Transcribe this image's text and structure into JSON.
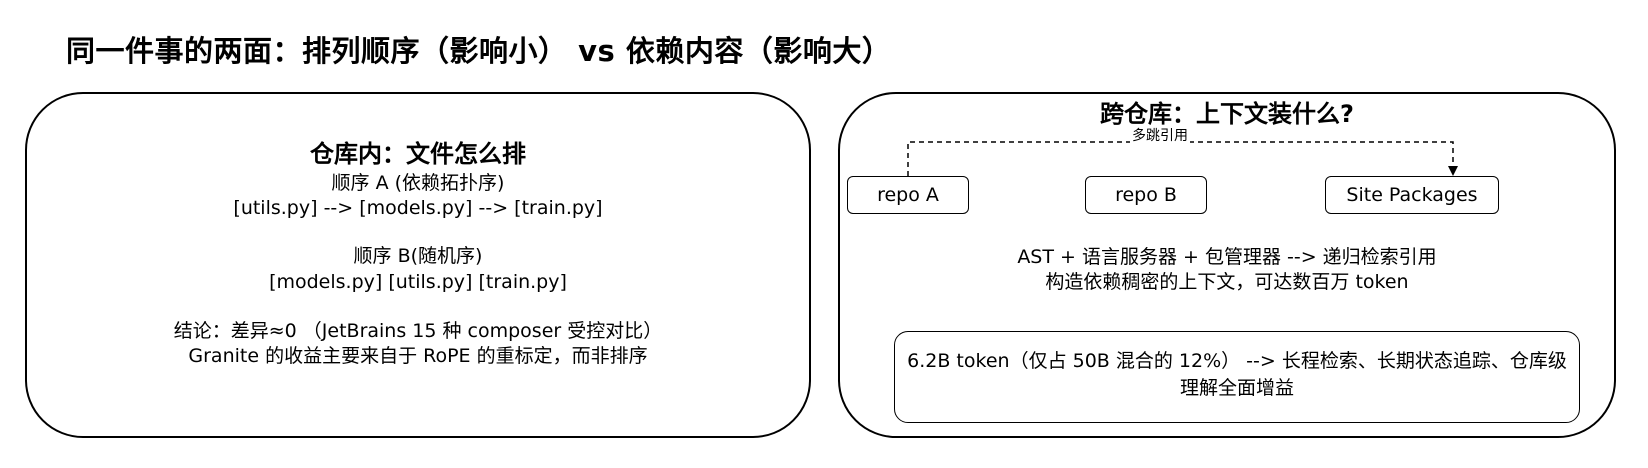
{
  "title": "同一件事的两面：排列顺序（影响小） vs 依赖内容（影响大）",
  "left_panel": {
    "heading": "仓库内：文件怎么排",
    "lines": [
      "顺序 A (依赖拓扑序)",
      "[utils.py] --> [models.py] --> [train.py]",
      "顺序 B(随机序)",
      "[models.py]  [utils.py]  [train.py]",
      "结论：差异≈0 （JetBrains 15 种 composer 受控对比）",
      "Granite 的收益主要来自于 RoPE 的重标定，而非排序"
    ]
  },
  "right_panel": {
    "heading": "跨仓库：上下文装什么?",
    "nodes": {
      "repo_a": "repo A",
      "repo_b": "repo B",
      "site_packages": "Site Packages"
    },
    "edge_label": "多跳引用",
    "lines": [
      "AST  +  语言服务器 + 包管理器 --> 递归检索引用",
      "构造依赖稠密的上下文，可达数百万 token"
    ],
    "summary": "6.2B token（仅占 50B 混合的 12%） --> 长程检索、长期状态追踪、仓库级理解全面增益"
  }
}
